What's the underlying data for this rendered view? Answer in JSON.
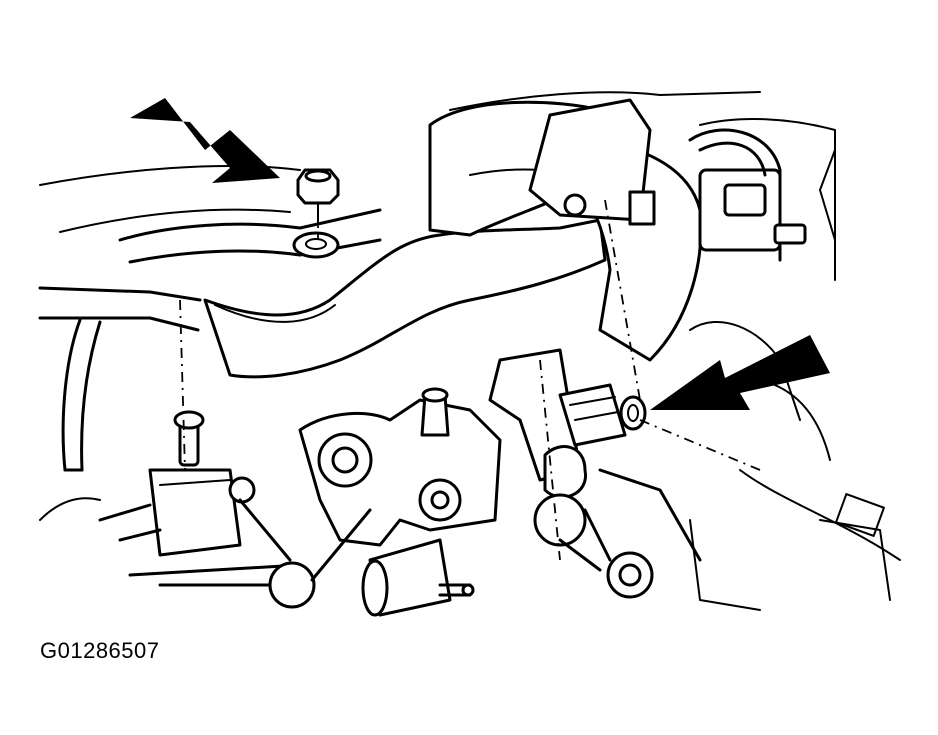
{
  "figure": {
    "id_code": "G01286507",
    "callouts": [
      {
        "name": "nut-callout-arrow",
        "points_to": "retaining-nut"
      },
      {
        "name": "connector-callout-arrow",
        "points_to": "sensor-connector"
      }
    ],
    "colors": {
      "ink": "#000000",
      "paper": "#ffffff"
    }
  }
}
